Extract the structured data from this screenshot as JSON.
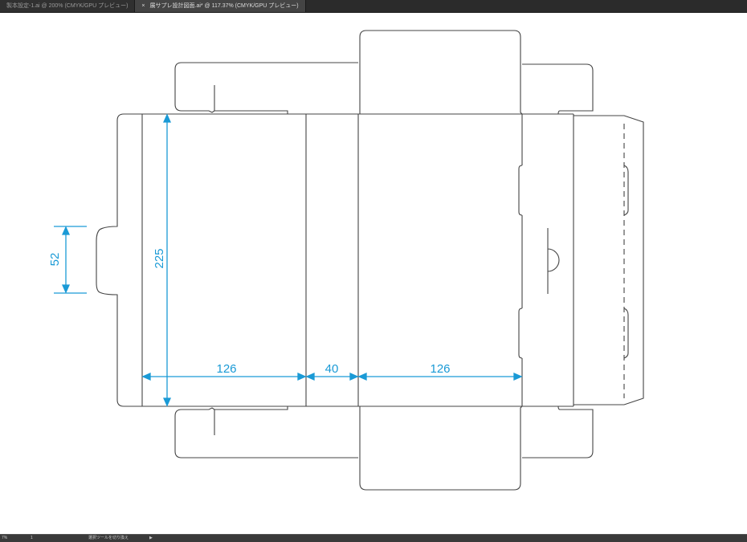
{
  "tabs": [
    {
      "label": "製本設定-1.ai @ 200% (CMYK/GPU プレビュー)",
      "active": false
    },
    {
      "label": "展サプレ設計図面.ai* @ 117.37% (CMYK/GPU プレビュー)",
      "active": true,
      "close": "×"
    }
  ],
  "dimensions": {
    "tab_height": "52",
    "panel_height": "225",
    "panel_width_1": "126",
    "side_width": "40",
    "panel_width_2": "126"
  },
  "colors": {
    "dimension": "#1a9ad6",
    "dieline": "#444444"
  },
  "status": {
    "zoom": "7%",
    "artboard": "1",
    "tool": "選択ツールを切り換え",
    "play": "▶"
  }
}
